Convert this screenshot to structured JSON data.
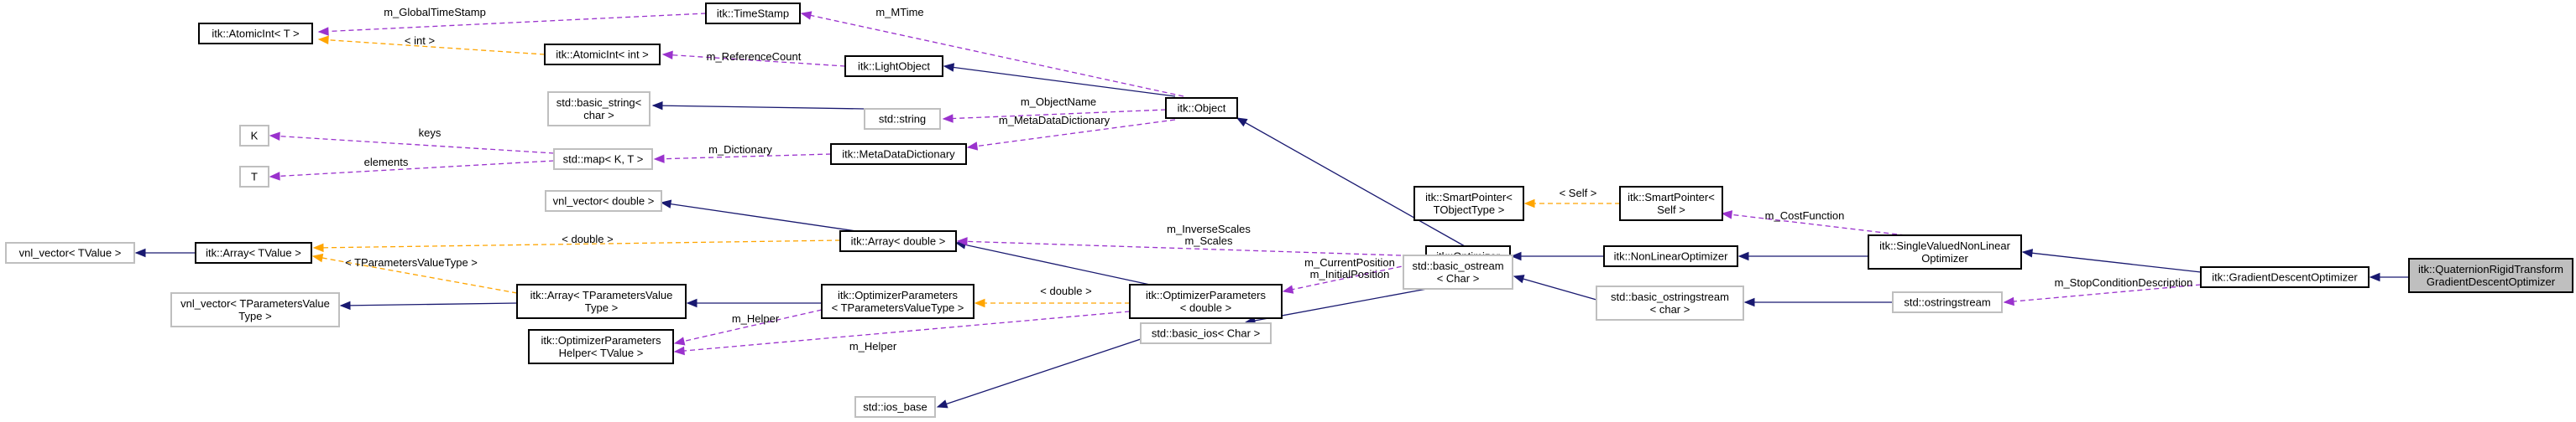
{
  "colors": {
    "inheritance": "#191970",
    "usage": "#9a32cd",
    "template": "#ffa500",
    "node_border_strong": "#000000",
    "node_border_weak": "#bfbfbf",
    "node_fill": "#ffffff",
    "node_fill_focus": "#bfbfbf"
  },
  "nodes": [
    {
      "id": "atomicint_t",
      "lines": [
        "itk::AtomicInt< T >"
      ],
      "style": "strong"
    },
    {
      "id": "timestamp",
      "lines": [
        "itk::TimeStamp"
      ],
      "style": "strong"
    },
    {
      "id": "atomicint_int",
      "lines": [
        "itk::AtomicInt< int >"
      ],
      "style": "strong"
    },
    {
      "id": "lightobject",
      "lines": [
        "itk::LightObject"
      ],
      "style": "strong"
    },
    {
      "id": "basic_string",
      "lines": [
        "std::basic_string<",
        "char >"
      ],
      "style": "weak"
    },
    {
      "id": "string",
      "lines": [
        "std::string"
      ],
      "style": "weak"
    },
    {
      "id": "object",
      "lines": [
        "itk::Object"
      ],
      "style": "strong"
    },
    {
      "id": "k",
      "lines": [
        "K"
      ],
      "style": "weak"
    },
    {
      "id": "t",
      "lines": [
        "T"
      ],
      "style": "weak"
    },
    {
      "id": "map",
      "lines": [
        "std::map< K, T >"
      ],
      "style": "weak"
    },
    {
      "id": "metadatadictionary",
      "lines": [
        "itk::MetaDataDictionary"
      ],
      "style": "strong"
    },
    {
      "id": "vnl_vector_double",
      "lines": [
        "vnl_vector< double >"
      ],
      "style": "weak"
    },
    {
      "id": "vnl_vector_tvalue",
      "lines": [
        "vnl_vector< TValue >"
      ],
      "style": "weak"
    },
    {
      "id": "array_tvalue",
      "lines": [
        "itk::Array< TValue >"
      ],
      "style": "strong"
    },
    {
      "id": "array_double",
      "lines": [
        "itk::Array< double >"
      ],
      "style": "strong"
    },
    {
      "id": "vnl_vector_tparams",
      "lines": [
        "vnl_vector< TParametersValue",
        "Type >"
      ],
      "style": "weak"
    },
    {
      "id": "array_tparams",
      "lines": [
        "itk::Array< TParametersValue",
        "Type >"
      ],
      "style": "strong"
    },
    {
      "id": "optparams_t",
      "lines": [
        "itk::OptimizerParameters",
        "< TParametersValueType >"
      ],
      "style": "strong"
    },
    {
      "id": "optparams_helper",
      "lines": [
        "itk::OptimizerParameters",
        "Helper< TValue >"
      ],
      "style": "strong"
    },
    {
      "id": "optparams_double",
      "lines": [
        "itk::OptimizerParameters",
        "< double >"
      ],
      "style": "strong"
    },
    {
      "id": "optimizer",
      "lines": [
        "itk::Optimizer"
      ],
      "style": "strong"
    },
    {
      "id": "smartpointer_t",
      "lines": [
        "itk::SmartPointer<",
        "TObjectType >"
      ],
      "style": "strong"
    },
    {
      "id": "smartpointer_self",
      "lines": [
        "itk::SmartPointer<",
        "Self >"
      ],
      "style": "strong"
    },
    {
      "id": "nonlinear",
      "lines": [
        "itk::NonLinearOptimizer"
      ],
      "style": "strong"
    },
    {
      "id": "singlevalued",
      "lines": [
        "itk::SingleValuedNonLinear",
        "Optimizer"
      ],
      "style": "strong"
    },
    {
      "id": "gradientdescent",
      "lines": [
        "itk::GradientDescentOptimizer"
      ],
      "style": "strong"
    },
    {
      "id": "quaternion",
      "lines": [
        "itk::QuaternionRigidTransform",
        "GradientDescentOptimizer"
      ],
      "style": "focus"
    },
    {
      "id": "basic_ostream",
      "lines": [
        "std::basic_ostream",
        "< Char >"
      ],
      "style": "weak"
    },
    {
      "id": "basic_ostringstream",
      "lines": [
        "std::basic_ostringstream",
        "< char >"
      ],
      "style": "weak"
    },
    {
      "id": "ostringstream",
      "lines": [
        "std::ostringstream"
      ],
      "style": "weak"
    },
    {
      "id": "basic_ios",
      "lines": [
        "std::basic_ios< Char >"
      ],
      "style": "weak"
    },
    {
      "id": "ios_base",
      "lines": [
        "std::ios_base"
      ],
      "style": "weak"
    }
  ],
  "edges": [
    {
      "id": "timestamp-atomicint_t",
      "kind": "usage",
      "labels": [
        "m_GlobalTimeStamp"
      ]
    },
    {
      "id": "atomicint_int-atomicint_t",
      "kind": "template",
      "labels": [
        "< int >"
      ]
    },
    {
      "id": "object-timestamp",
      "kind": "usage",
      "labels": [
        "m_MTime"
      ]
    },
    {
      "id": "lightobject-atomicint_int",
      "kind": "usage",
      "labels": [
        "m_ReferenceCount"
      ]
    },
    {
      "id": "object-lightobject",
      "kind": "inheritance",
      "labels": []
    },
    {
      "id": "string-basic_string",
      "kind": "inheritance",
      "labels": []
    },
    {
      "id": "object-string",
      "kind": "usage",
      "labels": [
        "m_ObjectName"
      ]
    },
    {
      "id": "object-metadatadictionary",
      "kind": "usage",
      "labels": [
        "m_MetaDataDictionary"
      ]
    },
    {
      "id": "map-k",
      "kind": "usage",
      "labels": [
        "keys"
      ]
    },
    {
      "id": "map-t",
      "kind": "usage",
      "labels": [
        "elements"
      ]
    },
    {
      "id": "metadatadictionary-map",
      "kind": "usage",
      "labels": [
        "m_Dictionary"
      ]
    },
    {
      "id": "array_double-vnl_vector_double",
      "kind": "inheritance",
      "labels": []
    },
    {
      "id": "array_tvalue-vnl_vector_tvalue",
      "kind": "inheritance",
      "labels": []
    },
    {
      "id": "array_double-array_tvalue",
      "kind": "template",
      "labels": [
        "< double >"
      ]
    },
    {
      "id": "array_tparams-array_tvalue",
      "kind": "template",
      "labels": [
        "< TParametersValueType >"
      ]
    },
    {
      "id": "array_tparams-vnl_vector_tparams",
      "kind": "inheritance",
      "labels": []
    },
    {
      "id": "optparams_t-array_tparams",
      "kind": "inheritance",
      "labels": []
    },
    {
      "id": "optparams_t-optparams_helper",
      "kind": "usage",
      "labels": [
        "m_Helper"
      ]
    },
    {
      "id": "optparams_double-optparams_helper",
      "kind": "usage",
      "labels": [
        "m_Helper"
      ]
    },
    {
      "id": "optparams_double-optparams_t",
      "kind": "template",
      "labels": [
        "< double >"
      ]
    },
    {
      "id": "optparams_double-array_double",
      "kind": "inheritance",
      "labels": []
    },
    {
      "id": "optimizer-array_double",
      "kind": "usage",
      "labels": [
        "m_InverseScales",
        "m_Scales"
      ]
    },
    {
      "id": "optimizer-optparams_double",
      "kind": "usage",
      "labels": [
        "m_CurrentPosition",
        "m_InitialPosition"
      ]
    },
    {
      "id": "optimizer-object",
      "kind": "inheritance",
      "labels": []
    },
    {
      "id": "nonlinear-optimizer",
      "kind": "inheritance",
      "labels": []
    },
    {
      "id": "smartpointer_self-smartpointer_t",
      "kind": "template",
      "labels": [
        "< Self >"
      ]
    },
    {
      "id": "singlevalued-smartpointer_self",
      "kind": "usage",
      "labels": [
        "m_CostFunction"
      ]
    },
    {
      "id": "singlevalued-nonlinear",
      "kind": "inheritance",
      "labels": []
    },
    {
      "id": "gradientdescent-singlevalued",
      "kind": "inheritance",
      "labels": []
    },
    {
      "id": "quaternion-gradientdescent",
      "kind": "inheritance",
      "labels": []
    },
    {
      "id": "gradientdescent-ostringstream",
      "kind": "usage",
      "labels": [
        "m_StopConditionDescription"
      ]
    },
    {
      "id": "ostringstream-basic_ostringstream",
      "kind": "inheritance",
      "labels": []
    },
    {
      "id": "basic_ostringstream-basic_ostream",
      "kind": "inheritance",
      "labels": []
    },
    {
      "id": "basic_ostream-basic_ios",
      "kind": "inheritance",
      "labels": []
    },
    {
      "id": "basic_ios-ios_base",
      "kind": "inheritance",
      "labels": []
    }
  ]
}
